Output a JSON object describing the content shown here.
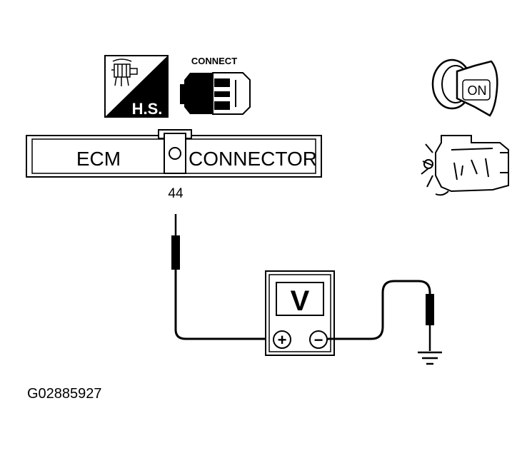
{
  "hs_badge": {
    "label": "H.S.",
    "icon": "harness-connector-icon"
  },
  "connect_badge": {
    "label": "CONNECT",
    "icon": "connector-plug-icon"
  },
  "ecm_connector": {
    "left_label": "ECM",
    "right_label": "CONNECTOR",
    "pin_number": "44"
  },
  "voltmeter": {
    "symbol": "V",
    "plus": "+",
    "minus": "−"
  },
  "ignition": {
    "icon": "ignition-key-icon",
    "label": "ON"
  },
  "engine": {
    "icon": "engine-running-icon"
  },
  "ground": {
    "icon": "ground-symbol-icon"
  },
  "figure_id": "G02885927"
}
